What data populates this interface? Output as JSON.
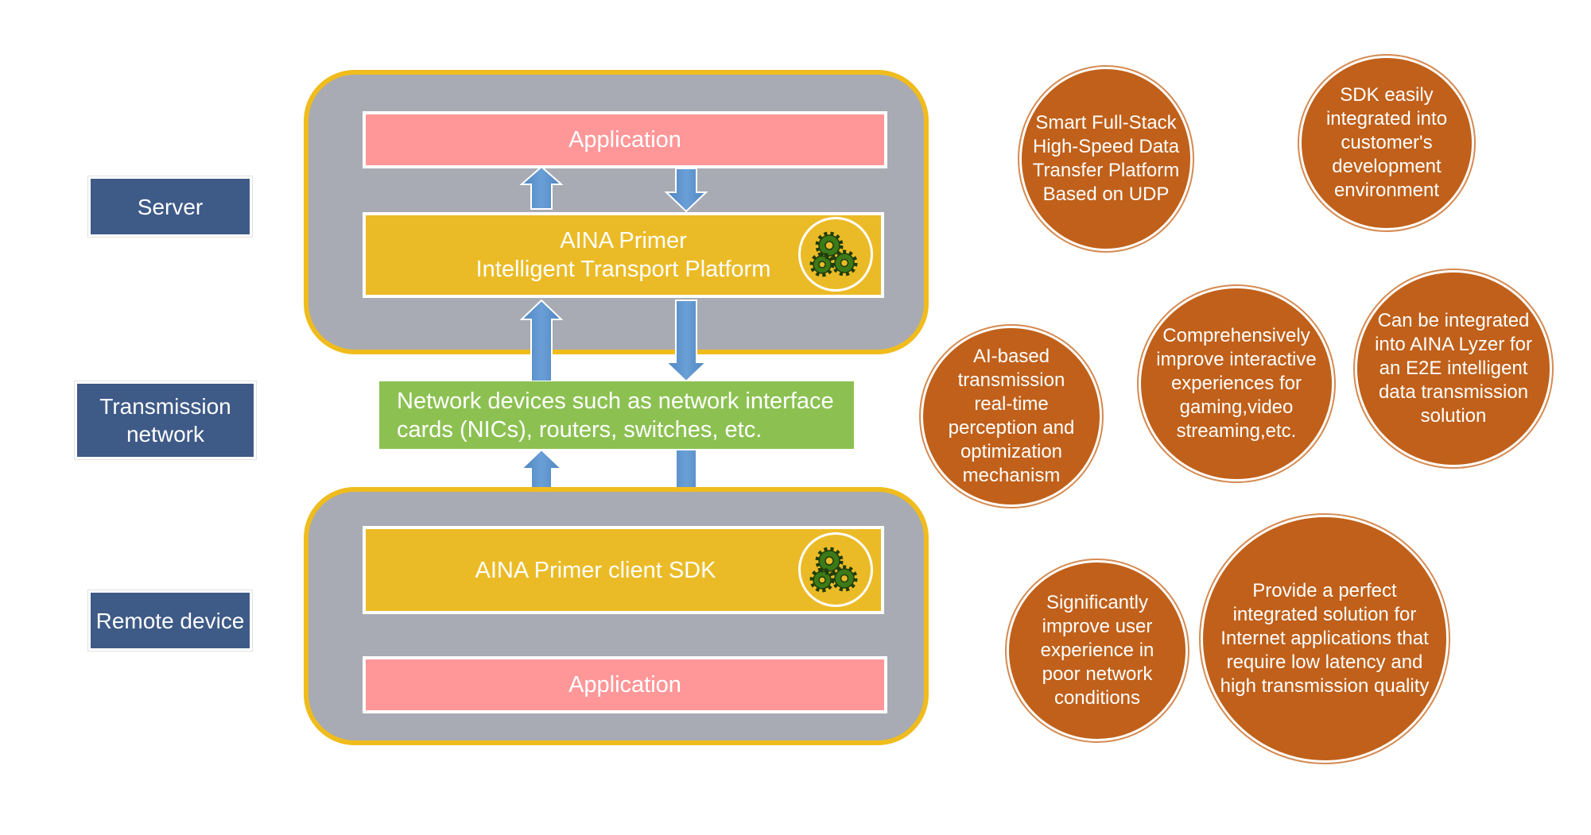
{
  "labels": {
    "server": "Server",
    "transmission": [
      "Transmission",
      "network"
    ],
    "remote": "Remote device"
  },
  "server_stack": {
    "application": "Application",
    "platform": [
      "AINA Primer",
      "Intelligent Transport Platform"
    ]
  },
  "network": {
    "lines": [
      "Network devices such as network interface",
      "cards (NICs), routers, switches, etc."
    ]
  },
  "client_stack": {
    "sdk": "AINA Primer client SDK",
    "application": "Application"
  },
  "features": [
    [
      "Smart Full-Stack",
      "High-Speed Data",
      "Transfer Platform",
      "Based on UDP"
    ],
    [
      "SDK easily",
      "integrated into",
      "customer's",
      "development",
      "environment"
    ],
    [
      "AI-based",
      "transmission",
      "real-time",
      "perception and",
      "optimization",
      "mechanism"
    ],
    [
      "Comprehensively",
      "improve interactive",
      "experiences for",
      "gaming,video",
      "streaming,etc."
    ],
    [
      "Can be integrated",
      "into AINA Lyzer for",
      "an E2E intelligent",
      "data transmission",
      "solution"
    ],
    [
      "Significantly",
      "improve user",
      "experience in",
      "poor network",
      "conditions"
    ],
    [
      "Provide a perfect",
      "integrated solution for",
      "Internet applications that",
      "require low latency and",
      "high transmission quality"
    ]
  ],
  "colors": {
    "label_bg": "#3e5a87",
    "container_bg": "#a8abb3",
    "container_border": "#f0bc1d",
    "application_bg": "#ff9799",
    "platform_bg": "#ebbb27",
    "network_bg": "#8cc152",
    "circle_bg": "#c0601a",
    "arrow": "#5b8fc7"
  }
}
